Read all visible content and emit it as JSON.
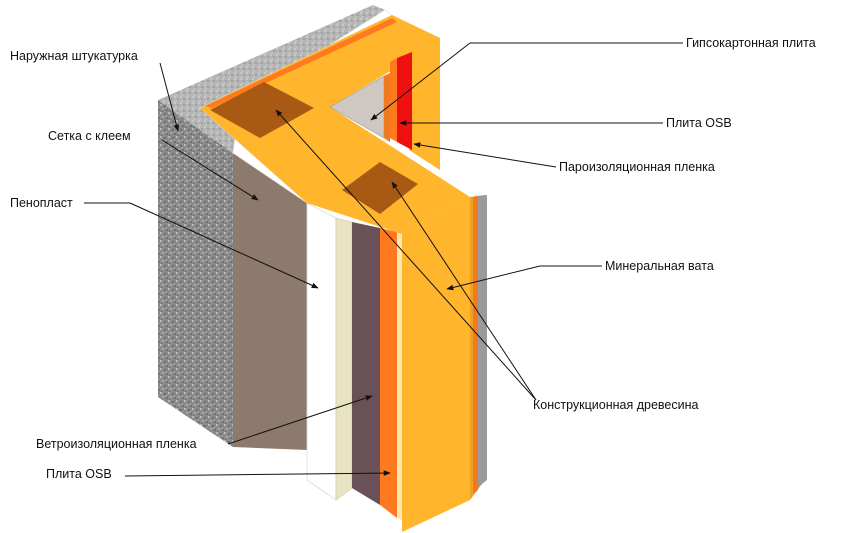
{
  "labels": {
    "exterior_plaster": "Наружная штукатурка",
    "mesh_glue": "Сетка с клеем",
    "foam": "Пенопласт",
    "wind_film": "Ветроизоляционная пленка",
    "osb_outer": "Плита OSB",
    "drywall": "Гипсокартонная плита",
    "osb_inner": "Плита OSB",
    "vapor_film": "Пароизоляционная пленка",
    "mineral_wool": "Минеральная вата",
    "timber": "Конструкционная древесина"
  },
  "colors": {
    "plaster": "#8a8a8a",
    "mesh": "#8d7a6c",
    "foam": "#ffffff",
    "wind_film": "#e8e4c3",
    "osb_dark": "#6a5158",
    "osb_orange": "#ff7a1e",
    "wool": "#ffb52c",
    "timber": "#a85a14",
    "vapor": "#f01010",
    "drywall": "#cfc8c2"
  }
}
